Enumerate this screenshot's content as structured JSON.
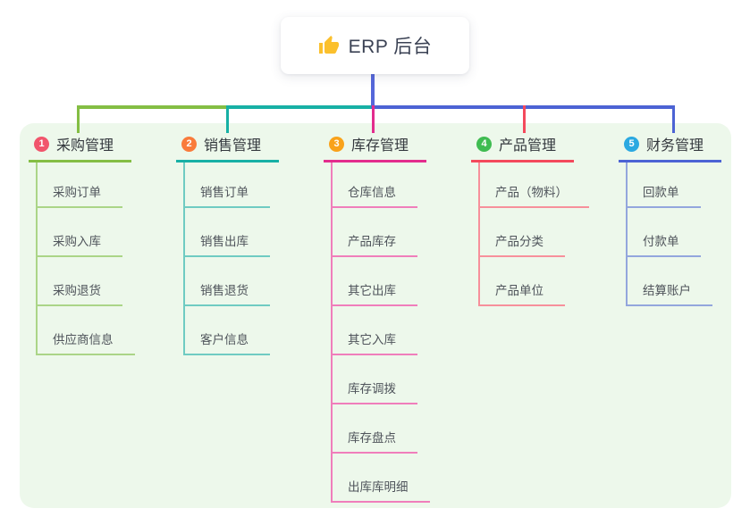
{
  "root": {
    "label": "ERP 后台",
    "icon": "thumbs-up-icon",
    "icon_color": "#FBC02D"
  },
  "colors": {
    "panel_bg": "#EDF8EB",
    "root_line": "#5567DA",
    "header_text": "#34383e",
    "child_text": "#4f545b"
  },
  "branches": [
    {
      "index": "1",
      "label": "采购管理",
      "badge_color": "#F1556C",
      "line_color": "#84BE44",
      "child_line_color": "#ABD587",
      "children": [
        "采购订单",
        "采购入库",
        "采购退货",
        "供应商信息"
      ]
    },
    {
      "index": "2",
      "label": "销售管理",
      "badge_color": "#F97B3B",
      "line_color": "#17B0A5",
      "child_line_color": "#6FCBC2",
      "children": [
        "销售订单",
        "销售出库",
        "销售退货",
        "客户信息"
      ]
    },
    {
      "index": "3",
      "label": "库存管理",
      "badge_color": "#F9A21A",
      "line_color": "#E32C8D",
      "child_line_color": "#F07EBB",
      "children": [
        "仓库信息",
        "产品库存",
        "其它出库",
        "其它入库",
        "库存调拨",
        "库存盘点",
        "出库库明细"
      ]
    },
    {
      "index": "4",
      "label": "产品管理",
      "badge_color": "#3FBC51",
      "line_color": "#F4495C",
      "child_line_color": "#F7909B",
      "children": [
        "产品（物料）",
        "产品分类",
        "产品单位"
      ]
    },
    {
      "index": "5",
      "label": "财务管理",
      "badge_color": "#2BA9E1",
      "line_color": "#4C63D4",
      "child_line_color": "#93A6DD",
      "children": [
        "回款单",
        "付款单",
        "结算账户"
      ]
    }
  ]
}
